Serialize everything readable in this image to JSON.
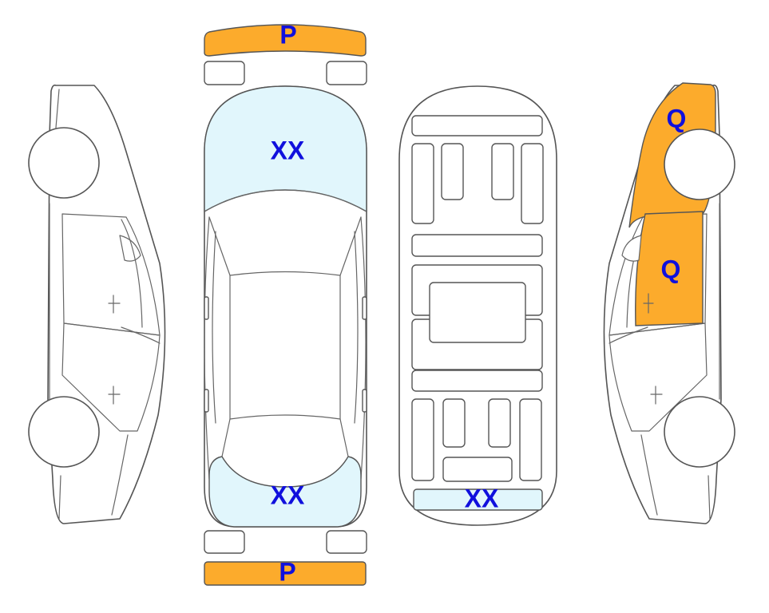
{
  "colors": {
    "damage": "#fcab2c",
    "glass": "#e1f6fc",
    "outline": "#555555",
    "label": "#1010dd"
  },
  "labels": {
    "front_bumper": "P",
    "windshield": "XX",
    "rear_window": "XX",
    "underbody_rear": "XX",
    "right_front_fender": "Q",
    "right_front_door": "Q",
    "rear_bumper": "P"
  }
}
